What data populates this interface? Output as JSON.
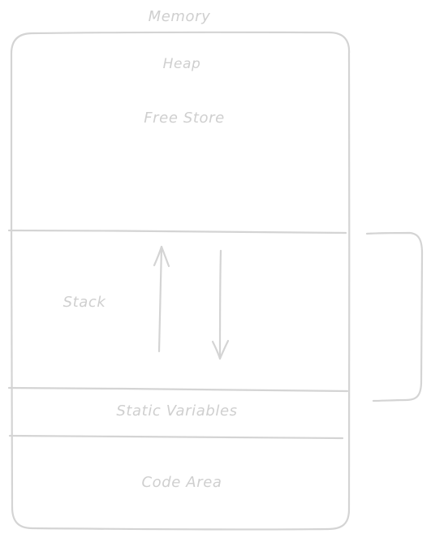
{
  "title": "Memory",
  "sections": {
    "heap": "Heap",
    "free_store": "Free Store",
    "stack": "Stack",
    "static_variables": "Static Variables",
    "code_area": "Code Area"
  },
  "colors": {
    "stroke": "#d4d4d4",
    "text": "#cfcfcf",
    "background": "#ffffff"
  }
}
